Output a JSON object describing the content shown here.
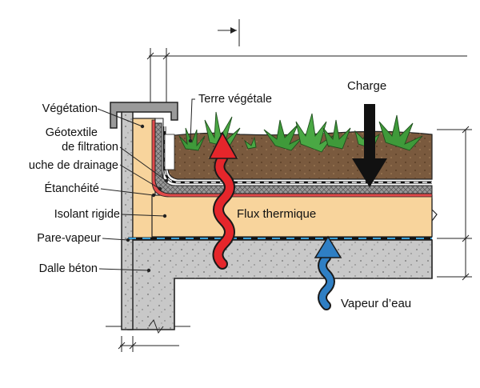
{
  "diagram": {
    "labels": {
      "vegetation": "Végétation",
      "geotextile_line1": "Géotextile",
      "geotextile_line2": "de filtration",
      "drainage": "uche de drainage",
      "etancheite": "Étanchéité",
      "isolant": "Isolant rigide",
      "pare_vapeur": "Pare-vapeur",
      "dalle": "Dalle béton",
      "terre": "Terre végétale",
      "charge": "Charge",
      "flux": "Flux thermique",
      "vapeur": "Vapeur d’eau"
    },
    "colors": {
      "insulation": "#f9d8a0",
      "soil": "#7a5a3e",
      "concrete": "#c9c9c9",
      "membrane": "#e04a4a",
      "heat_arrow": "#e5262b",
      "vapor_arrow": "#2f7fc4",
      "load_arrow": "#111111",
      "plant": "#3f9a3a",
      "drainage": "#8f8f8f"
    },
    "icons": {
      "heat": "wavy-up-arrow-icon",
      "vapor": "wavy-up-arrow-icon",
      "load": "down-arrow-icon"
    }
  }
}
